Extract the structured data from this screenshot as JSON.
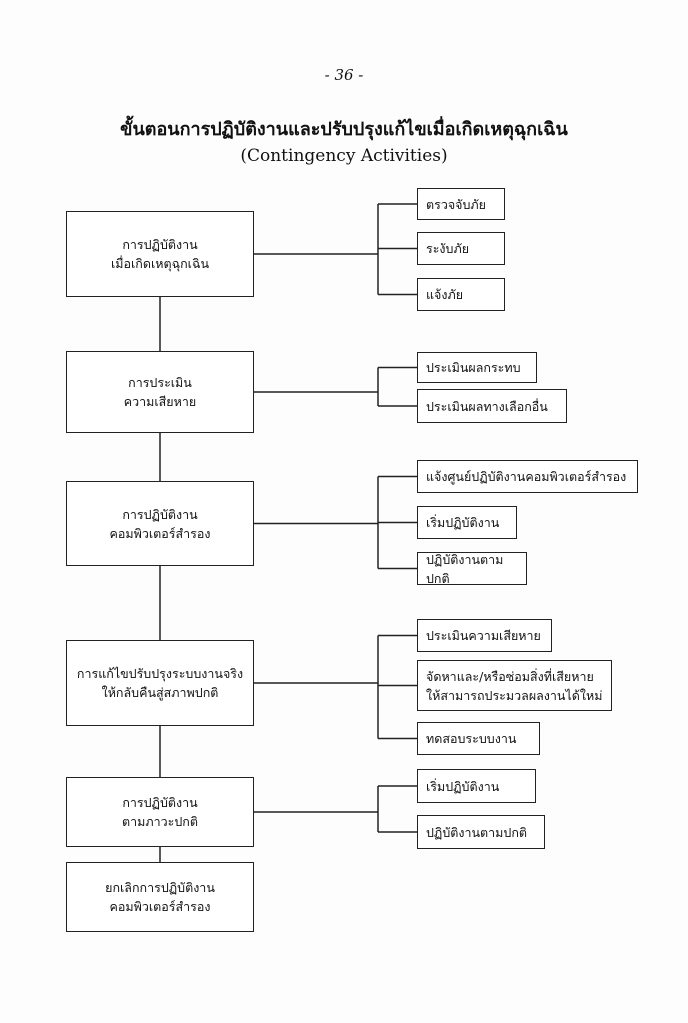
{
  "page_number": "- 36 -",
  "title": "ขั้นตอนการปฏิบัติงานและปรับปรุงแก้ไขเมื่อเกิดเหตุฉุกเฉิน",
  "subtitle": "(Contingency Activities)",
  "steps": [
    {
      "lines": [
        "การปฏิบัติงาน",
        "เมื่อเกิดเหตุฉุกเฉิน"
      ],
      "subs": [
        [
          "ตรวจจับภัย"
        ],
        [
          "ระงับภัย"
        ],
        [
          "แจ้งภัย"
        ]
      ]
    },
    {
      "lines": [
        "การประเมิน",
        "ความเสียหาย"
      ],
      "subs": [
        [
          "ประเมินผลกระทบ"
        ],
        [
          "ประเมินผลทางเลือกอื่น"
        ]
      ]
    },
    {
      "lines": [
        "การปฏิบัติงาน",
        "คอมพิวเตอร์สำรอง"
      ],
      "subs": [
        [
          "แจ้งศูนย์ปฏิบัติงานคอมพิวเตอร์สำรอง"
        ],
        [
          "เริ่มปฏิบัติงาน"
        ],
        [
          "ปฏิบัติงานตามปกติ"
        ]
      ]
    },
    {
      "lines": [
        "การแก้ไขปรับปรุงระบบงานจริง",
        "ให้กลับคืนสู่สภาพปกติ"
      ],
      "subs": [
        [
          "ประเมินความเสียหาย"
        ],
        [
          "จัดหาและ/หรือซ่อมสิ่งที่เสียหาย",
          "ให้สามารถประมวลผลงานได้ใหม่"
        ],
        [
          "ทดสอบระบบงาน"
        ]
      ]
    },
    {
      "lines": [
        "การปฏิบัติงาน",
        "ตามภาวะปกติ"
      ],
      "subs": [
        [
          "เริ่มปฏิบัติงาน"
        ],
        [
          "ปฏิบัติงานตามปกติ"
        ]
      ]
    },
    {
      "lines": [
        "ยกเลิกการปฏิบัติงาน",
        "คอมพิวเตอร์สำรอง"
      ],
      "subs": []
    }
  ]
}
